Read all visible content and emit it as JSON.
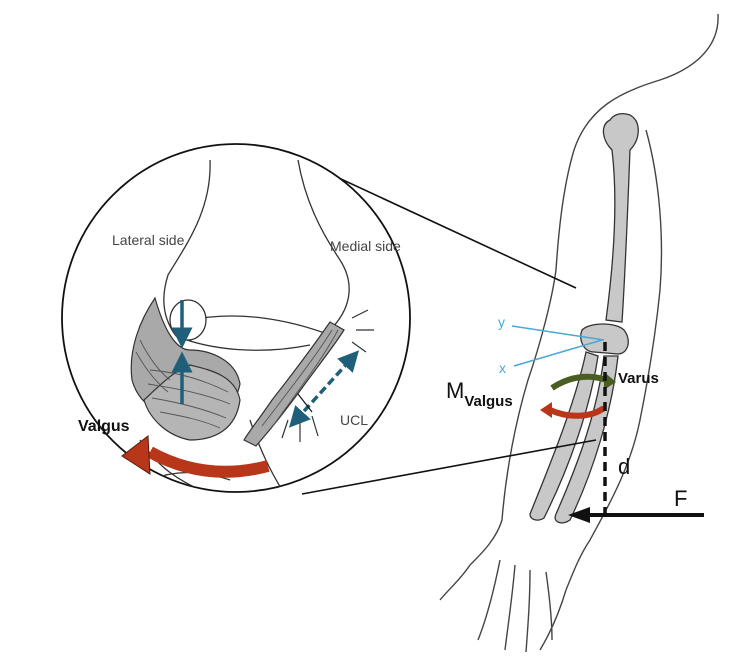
{
  "labels": {
    "lateral": "Lateral side",
    "medial": "Medial side",
    "ucl": "UCL",
    "valgus_inset": "Valgus",
    "varus": "Varus",
    "m_symbol": "M",
    "m_subscript": "Valgus",
    "axis_y": "y",
    "axis_x": "x",
    "distance": "d",
    "force": "F"
  },
  "colors": {
    "bone": "#c8c8c8",
    "ligament": "#a9a9a9",
    "outline": "#333333",
    "valgus_arrow": "#b8361a",
    "varus_arrow": "#4a5e22",
    "compression_arrow": "#1f5f7a",
    "axis_line": "#4aa8d8"
  }
}
